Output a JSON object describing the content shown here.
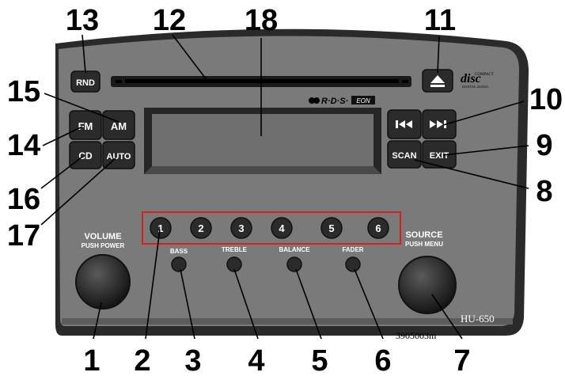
{
  "callouts": {
    "n1": "1",
    "n2": "2",
    "n3": "3",
    "n4": "4",
    "n5": "5",
    "n6": "6",
    "n7": "7",
    "n8": "8",
    "n9": "9",
    "n10": "10",
    "n11": "11",
    "n12": "12",
    "n13": "13",
    "n14": "14",
    "n15": "15",
    "n16": "16",
    "n17": "17",
    "n18": "18"
  },
  "buttons": {
    "rnd": "RND",
    "fm": "FM",
    "am": "AM",
    "cd": "CD",
    "auto": "AUTO",
    "scan": "SCAN",
    "exit": "EXIT"
  },
  "presets": [
    "1",
    "2",
    "3",
    "4",
    "5",
    "6"
  ],
  "knob_labels": {
    "volume": "VOLUME",
    "push_power": "PUSH POWER",
    "source": "SOURCE",
    "push_menu": "PUSH MENU"
  },
  "tone_labels": {
    "bass": "BASS",
    "treble": "TREBLE",
    "balance": "BALANCE",
    "fader": "FADER"
  },
  "rds_logo": {
    "text": "R·D·S·",
    "eon": "EON"
  },
  "disc_logo": {
    "compact": "COMPACT",
    "disc": "disc",
    "digital_audio": "DIGITAL AUDIO"
  },
  "model": "HU-650",
  "image_code": "3905003m",
  "colors": {
    "panel": "#7a7a7a",
    "panel_edge": "#2a2a2a",
    "button": "#2b2b2b",
    "display": "#6e6e6e",
    "preset_box": "#d81f1f"
  }
}
